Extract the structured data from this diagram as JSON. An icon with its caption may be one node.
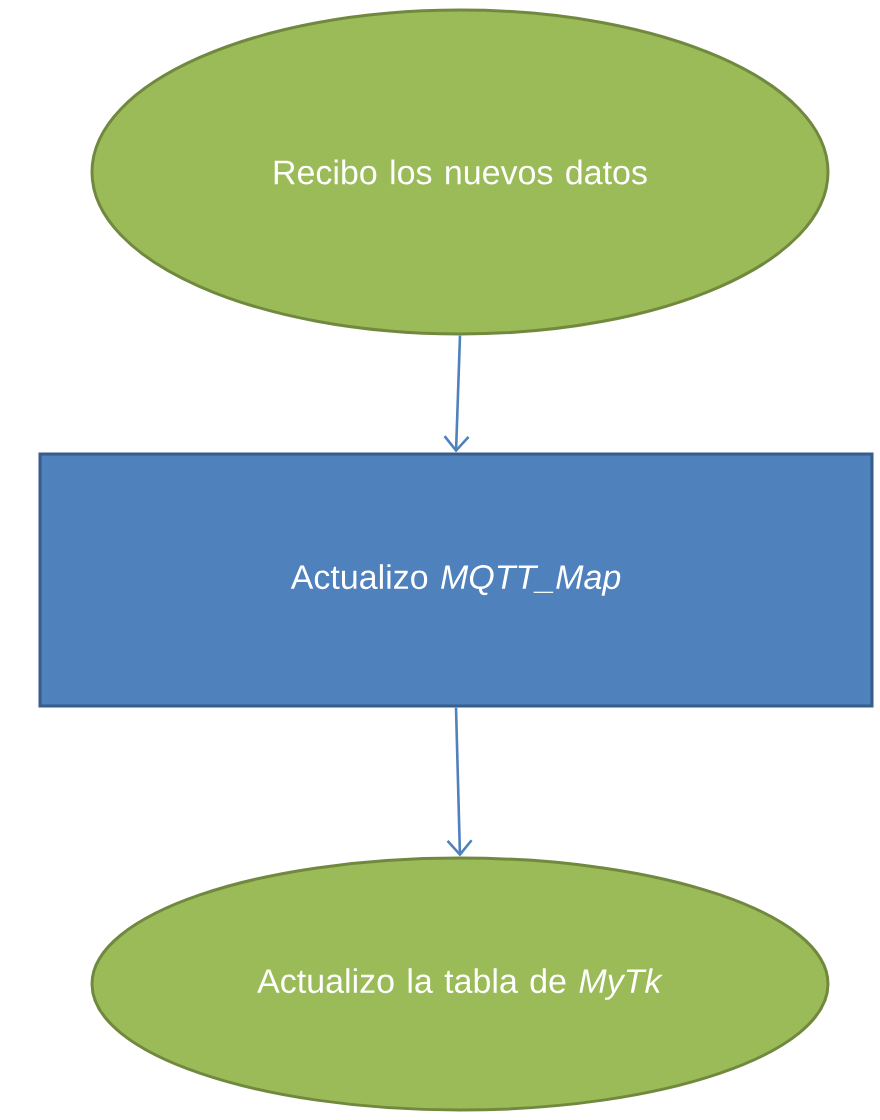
{
  "diagram": {
    "nodes": [
      {
        "text": [
          "Recibo los nuevos datos"
        ]
      },
      {
        "text": [
          "Actualizo *MQTT_Map*"
        ]
      },
      {
        "text": [
          "Actualizo la tabla de *MyTk*"
        ]
      }
    ],
    "edges": [
      {
        "from": 0,
        "to": 1,
        "arrow": "to"
      },
      {
        "from": 1,
        "to": 2,
        "arrow": "to"
      }
    ]
  }
}
